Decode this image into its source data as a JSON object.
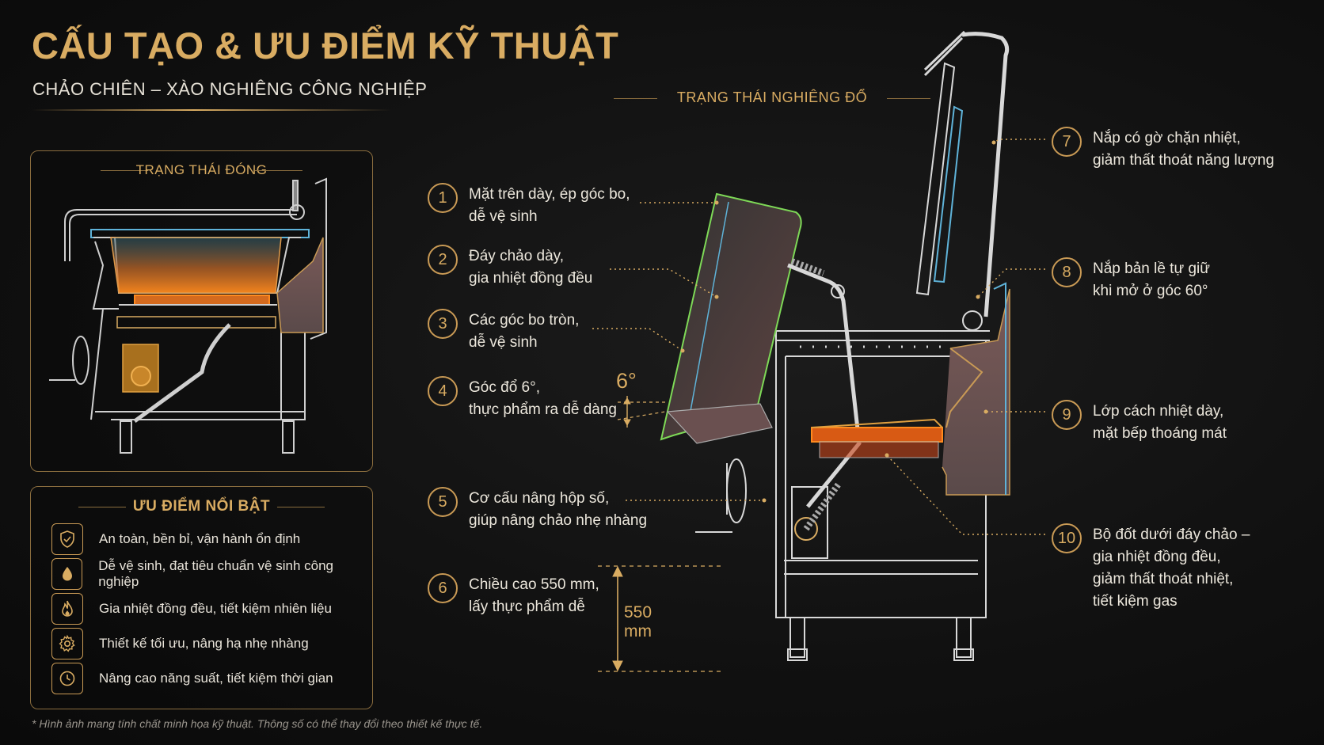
{
  "header": {
    "title": "CẤU TẠO & ƯU ĐIỂM KỸ THUẬT",
    "subtitle": "CHẢO CHIÊN – XÀO NGHIÊNG CÔNG NGHIỆP"
  },
  "closed_panel": {
    "heading": "TRẠNG THÁI ĐÓNG"
  },
  "advantages": {
    "heading": "ƯU ĐIỂM NỔI BẬT",
    "items": [
      {
        "icon": "shield-check-icon",
        "text": "An toàn, bền bỉ, vận hành ổn định"
      },
      {
        "icon": "water-drop-icon",
        "text": "Dễ vệ sinh, đạt tiêu chuẩn vệ sinh công nghiệp"
      },
      {
        "icon": "flame-icon",
        "text": "Gia nhiệt đồng đều, tiết kiệm nhiên liệu"
      },
      {
        "icon": "gear-icon",
        "text": "Thiết kế tối ưu, nâng hạ nhẹ nhàng"
      },
      {
        "icon": "clock-icon",
        "text": "Nâng cao năng suất, tiết kiệm thời gian"
      }
    ]
  },
  "tilt_heading": "TRẠNG THÁI NGHIÊNG ĐỔ",
  "callouts": [
    {
      "num": "1",
      "lines": [
        "Mặt trên dày, ép góc bo,",
        "dễ vệ sinh"
      ]
    },
    {
      "num": "2",
      "lines": [
        "Đáy chảo dày,",
        "gia nhiệt đồng đều"
      ]
    },
    {
      "num": "3",
      "lines": [
        "Các góc bo tròn,",
        "dễ vệ sinh"
      ]
    },
    {
      "num": "4",
      "lines": [
        "Góc đổ 6°,",
        "thực phẩm ra dễ dàng"
      ]
    },
    {
      "num": "5",
      "lines": [
        "Cơ cấu nâng hộp số,",
        "giúp nâng chảo nhẹ nhàng"
      ]
    },
    {
      "num": "6",
      "lines": [
        "Chiều cao 550 mm,",
        "lấy thực phẩm dễ"
      ]
    },
    {
      "num": "7",
      "lines": [
        "Nắp có gờ chặn nhiệt,",
        "giảm thất thoát năng lượng"
      ]
    },
    {
      "num": "8",
      "lines": [
        "Nắp bản lề tự giữ",
        "khi mở ở góc 60°"
      ]
    },
    {
      "num": "9",
      "lines": [
        "Lớp cách nhiệt dày,",
        "mặt bếp thoáng mát"
      ]
    },
    {
      "num": "10",
      "lines": [
        "Bộ đốt dưới đáy chảo –",
        "gia nhiệt đồng đều,",
        "giảm thất thoát nhiệt,",
        "tiết kiệm gas"
      ]
    }
  ],
  "dimension_labels": {
    "angle": "6°",
    "height_value": "550",
    "height_unit": "mm"
  },
  "footnote": "* Hình ảnh mang tính chất minh họa kỹ thuật. Thông số có thể thay đổi theo thiết kế thực tế.",
  "colors": {
    "gold": "#d9ac62",
    "line": "#d8d8d8",
    "heat": "#e07a2a",
    "pan_green": "#7ed957",
    "pan_blue": "#5fb3d9"
  }
}
